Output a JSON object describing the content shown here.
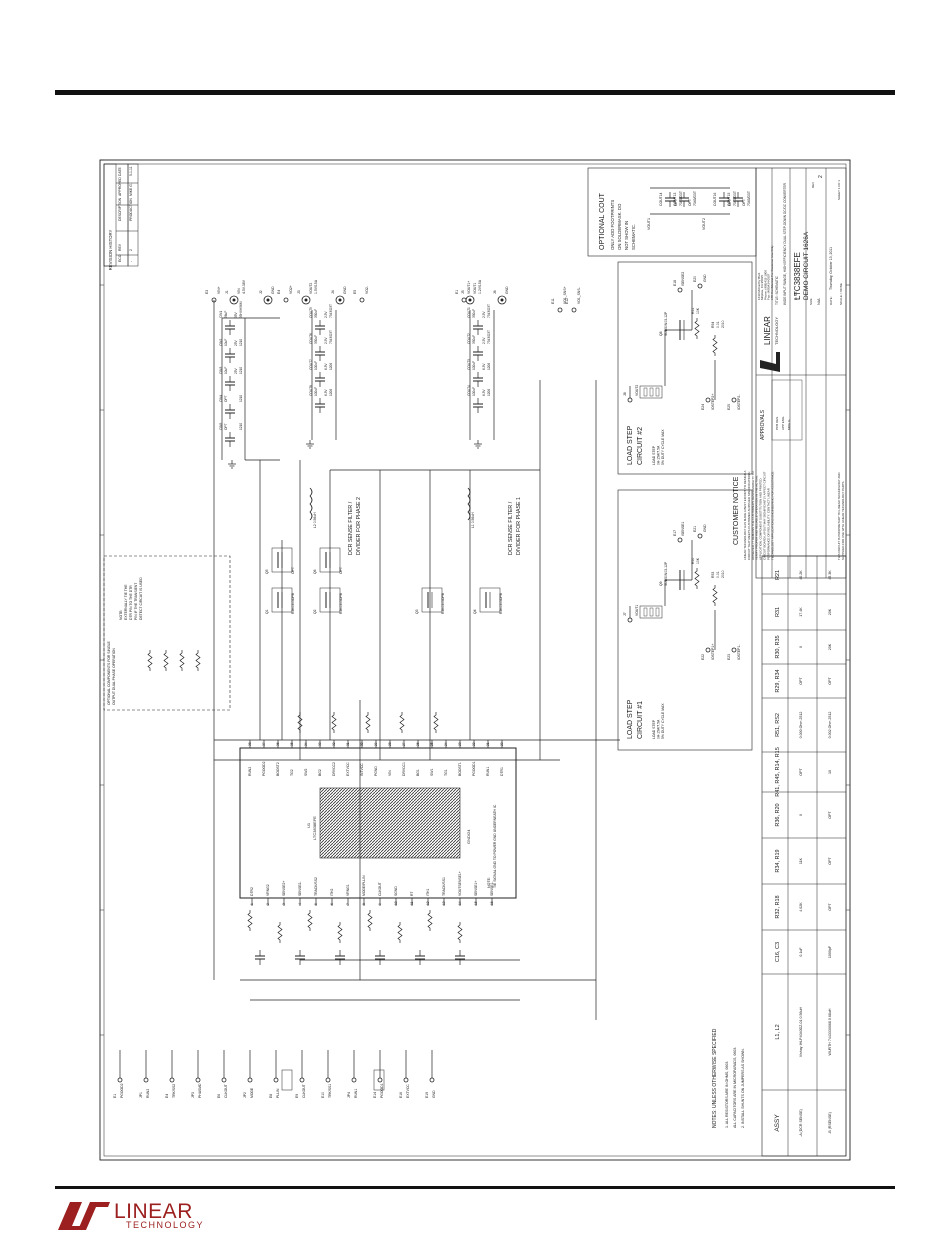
{
  "page": {
    "brand_word": "LINEAR",
    "brand_sub": "TECHNOLOGY"
  },
  "revision": {
    "title": "REVISION HISTORY",
    "headers": [
      "ECO",
      "REV",
      "DESCRIPTION",
      "APPROVED",
      "DATE"
    ],
    "row": [
      "-",
      "2",
      "PRODUCTION",
      "MIKE G.",
      "5-1-11"
    ]
  },
  "optional_cout": {
    "title": "OPTIONAL COUT",
    "lines": [
      "ONLY ADD FOOTPRINTS",
      "ON SOLDERMASK. DO",
      "NOT SHOW IN",
      "SCHEMATIC."
    ],
    "caps": [
      {
        "ref": "COUT14",
        "val": "OPT",
        "pkg": "7343/D3T"
      },
      {
        "ref": "COUT13",
        "val": "OPT",
        "pkg": "7343/D3T"
      },
      {
        "ref": "COUT16",
        "val": "OPT",
        "pkg": "7343/D3T"
      },
      {
        "ref": "COUT15",
        "val": "OPT",
        "pkg": "7343/D3T"
      }
    ],
    "net": "VOUT1",
    "net2": "VOUT2"
  },
  "title_block": {
    "company_name": "LINEAR",
    "company_sub": "TECHNOLOGY",
    "address": [
      "1630 McCarthy Blvd.",
      "Milpitas, CA 95035",
      "Phone: (408)432-1900",
      "Fax: (408)434-0507",
      "LTC Confidential-For Customer Use Only"
    ],
    "title_label": "TITLE: SCHEMATIC",
    "title": "WIDE INPUT RANGE, HIGH EFFICIENCY DUAL STEP-DOWN DC/DC CONVERTER",
    "ic_no": "LTC3838EFE",
    "demo": "DEMO CIRCUIT 1626A",
    "size_label": "SIZE",
    "size": "N/A",
    "ic_label": "IC NO.",
    "rev_label": "REV",
    "rev": "2",
    "date_label": "DATE:",
    "date": "Thursday, October 13, 2011",
    "sheet": "SHEET 1 OF 1",
    "scale": "SCALE = NONE",
    "approvals": "APPROVALS",
    "app_rows": [
      "PCB DES.",
      "APP ENG.",
      "MIKE G."
    ]
  },
  "customer_notice": {
    "title": "CUSTOMER NOTICE",
    "lines": [
      "LINEAR TECHNOLOGY HAS MADE A BEST EFFORT TO DESIGN A",
      "CIRCUIT THAT MEETS CUSTOMER-SUPPLIED SPECIFICATIONS;",
      "HOWEVER, IT REMAINS THE CUSTOMER'S RESPONSIBILITY TO",
      "VERIFY PROPER AND RELIABLE OPERATION IN THE ACTUAL",
      "APPLICATION. COMPONENT SUBSTITUTION AND PRINTED",
      "CIRCUIT BOARD LAYOUT MAY SIGNIFICANTLY AFFECT CIRCUIT",
      "PERFORMANCE OR RELIABILITY. CONTACT LINEAR",
      "TECHNOLOGY APPLICATIONS ENGINEERING FOR ASSISTANCE."
    ],
    "footer": [
      "THIS CIRCUIT IS PROPRIETARY TO LINEAR TECHNOLOGY AND",
      "SUPPLIED FOR USE WITH LINEAR TECHNOLOGY PARTS."
    ]
  },
  "load_step": [
    {
      "title1": "LOAD STEP",
      "title2": "CIRCUIT #2",
      "note": [
        "LOAD STEP",
        "0A-15A/7.5A",
        "5% DUTY CYCLE MAX"
      ],
      "jumper": "J8",
      "net": "VOUT2",
      "mosfet": "Q8",
      "mos_part": "SUD50N03-12P",
      "r_a": "R51",
      "r_a_val": "10K",
      "r_b": "R54",
      "r_b_val": "0.01",
      "r_b_pkg": "2010",
      "e_a": "E24",
      "e_b": "E25",
      "e_a_lbl": "IOSTEP2+",
      "e_b_lbl": "IOSTEP2-",
      "e_c": "E18",
      "e_c_lbl": "ISENSE2",
      "e_d": "E20",
      "gnd": "GND"
    },
    {
      "title1": "LOAD STEP",
      "title2": "CIRCUIT #1",
      "note": [
        "LOAD STEP",
        "0A-15A/7.5A",
        "5% DUTY CYCLE MAX"
      ],
      "jumper": "J7",
      "net": "VOUT1",
      "mosfet": "Q9",
      "mos_part": "SUD50N03-12P",
      "r_a": "R50",
      "r_a_val": "10K",
      "r_b": "R53",
      "r_b_val": "0.01",
      "r_b_pkg": "2010",
      "e_a": "E22",
      "e_b": "E23",
      "e_a_lbl": "IOSTEP1+",
      "e_b_lbl": "IOSTEP1-",
      "e_c": "E17",
      "e_c_lbl": "ISENSE1",
      "e_d": "E21",
      "gnd": "GND"
    }
  ],
  "ic": {
    "ref": "U1",
    "part": "LTC3838EFE",
    "bottom_label": "GND/24",
    "note_title": "NOTE:",
    "note": "TIE SIGNAL GND TO POWER GND UNDERNEATH IC",
    "left_pins": [
      {
        "n": "1",
        "name": "DTR2"
      },
      {
        "n": "2",
        "name": "VRNG2"
      },
      {
        "n": "3",
        "name": "SENSE2+"
      },
      {
        "n": "4",
        "name": "SENSE2-"
      },
      {
        "n": "5",
        "name": "TRACK/SS2"
      },
      {
        "n": "6",
        "name": "ITH2"
      },
      {
        "n": "7",
        "name": "VRNG1"
      },
      {
        "n": "8",
        "name": "MODE/PLLIN"
      },
      {
        "n": "9",
        "name": "CLKOUT"
      },
      {
        "n": "10",
        "name": "SGND"
      },
      {
        "n": "11",
        "name": "RT"
      },
      {
        "n": "12",
        "name": "ITH1"
      },
      {
        "n": "13",
        "name": "TRACK/SS1"
      },
      {
        "n": "14",
        "name": "VOUTSENSE1+"
      },
      {
        "n": "15",
        "name": "SENSE1+"
      },
      {
        "n": "16",
        "name": "SENSE1-"
      }
    ],
    "right_pins": [
      {
        "n": "38",
        "name": "RUN2"
      },
      {
        "n": "37",
        "name": "PGOOD2"
      },
      {
        "n": "36",
        "name": "BOOST2"
      },
      {
        "n": "35",
        "name": "TG2"
      },
      {
        "n": "34",
        "name": "SW2"
      },
      {
        "n": "33",
        "name": "BG2"
      },
      {
        "n": "32",
        "name": "DRVCC2"
      },
      {
        "n": "31",
        "name": "EXTVCC"
      },
      {
        "n": "30",
        "name": "INTVCC"
      },
      {
        "n": "29",
        "name": "PGND"
      },
      {
        "n": "28",
        "name": "VIN"
      },
      {
        "n": "27",
        "name": "DRVCC1"
      },
      {
        "n": "26",
        "name": "BG1"
      },
      {
        "n": "25",
        "name": "SW1"
      },
      {
        "n": "24",
        "name": "TG1"
      },
      {
        "n": "23",
        "name": "BOOST1"
      },
      {
        "n": "22",
        "name": "PGOOD1"
      },
      {
        "n": "21",
        "name": "RUN1"
      },
      {
        "n": "20",
        "name": "DTR1"
      }
    ]
  },
  "phase_labels": {
    "p2": [
      "DCR SENSE FILTER /",
      "DIVIDER FOR PHASE 2"
    ],
    "p1": [
      "DCR SENSE FILTER /",
      "DIVIDER FOR PHASE 1"
    ]
  },
  "mosfets": [
    {
      "ref": "Q1",
      "part": "RJK0305DPB"
    },
    {
      "ref": "Q2",
      "part": "RJK0305DPB"
    },
    {
      "ref": "Q3",
      "part": "RJK0305DPB"
    },
    {
      "ref": "Q4",
      "part": "RJK0305DPB"
    },
    {
      "ref": "Q5",
      "part": "OPT"
    },
    {
      "ref": "Q6",
      "part": "OPT"
    }
  ],
  "inductors": [
    {
      "ref": "L2",
      "val": "0.56uH"
    },
    {
      "ref": "L1",
      "val": "0.56uH"
    }
  ],
  "output_caps": [
    {
      "ref": "COUT5",
      "v": "330uF",
      "r": "2.5V",
      "pkg": "7343/D3T"
    },
    {
      "ref": "COUT6",
      "v": "330uF",
      "r": "2.5V",
      "pkg": "7343/D3T"
    },
    {
      "ref": "COUT7",
      "v": "100uF",
      "r": "6.3V",
      "pkg": "1206"
    },
    {
      "ref": "COUT8",
      "v": "100uF",
      "r": "6.3V",
      "pkg": "1206"
    },
    {
      "ref": "COUT1",
      "v": "330uF",
      "r": "2.5V",
      "pkg": "7343/D3T"
    },
    {
      "ref": "COUT2",
      "v": "330uF",
      "r": "2.5V",
      "pkg": "7343/D3T"
    },
    {
      "ref": "COUT3",
      "v": "100uF",
      "r": "6.3V",
      "pkg": "1206"
    },
    {
      "ref": "COUT4",
      "v": "100uF",
      "r": "6.3V",
      "pkg": "1206"
    }
  ],
  "input_caps": [
    {
      "ref": "CIN1",
      "v": "56uF",
      "r": "35V",
      "pkg": "35HVH56M"
    },
    {
      "ref": "CIN2",
      "v": "10uF",
      "r": "25V",
      "pkg": "1210"
    },
    {
      "ref": "CIN3",
      "v": "10uF",
      "r": "25V",
      "pkg": "1210"
    },
    {
      "ref": "CIN4",
      "v": "OPT",
      "r": "",
      "pkg": "1210"
    },
    {
      "ref": "CIN5",
      "v": "OPT",
      "r": "",
      "pkg": "1210"
    }
  ],
  "terminals": [
    {
      "ref": "E3",
      "lbl": "VIN+"
    },
    {
      "ref": "J1",
      "lbl": "VIN",
      "sub": "4.5V-38V"
    },
    {
      "ref": "J2",
      "lbl": "GND"
    },
    {
      "ref": "E4",
      "lbl": "VO2+"
    },
    {
      "ref": "J3",
      "lbl": "VOUT2",
      "sub": "1.5V/15A"
    },
    {
      "ref": "J4",
      "lbl": "GND"
    },
    {
      "ref": "E5",
      "lbl": "VO2-"
    },
    {
      "ref": "E1",
      "lbl": "VOUT1+"
    },
    {
      "ref": "J5",
      "lbl": "VOUT1",
      "sub": "1.2V/15A"
    },
    {
      "ref": "J6",
      "lbl": "GND"
    },
    {
      "ref": "E11",
      "lbl": "VO1_SNS+"
    },
    {
      "ref": "E12",
      "lbl": "VO1_SNS-"
    }
  ],
  "left_terms": [
    {
      "ref": "E1",
      "lbl": "PGOOD2"
    },
    {
      "ref": "JP1",
      "lbl": "RUN2"
    },
    {
      "ref": "E4",
      "lbl": "TRK/SS2"
    },
    {
      "ref": "JP3",
      "lbl": "PHASMD"
    },
    {
      "ref": "E6",
      "lbl": "CLKOUT"
    },
    {
      "ref": "JP2",
      "lbl": "MODE"
    },
    {
      "ref": "E8",
      "lbl": "PLLIN"
    },
    {
      "ref": "E9",
      "lbl": "CLKOUT"
    },
    {
      "ref": "E10",
      "lbl": "TRK/SS1"
    },
    {
      "ref": "JP4",
      "lbl": "RUN1"
    },
    {
      "ref": "E14",
      "lbl": "PGOOD1"
    },
    {
      "ref": "E16",
      "lbl": "EXTVCC"
    },
    {
      "ref": "E19",
      "lbl": "GND"
    }
  ],
  "opt_comp_note": [
    "OPTIONAL COMPONENTS FOR SINGLE",
    "OUTPUT DUAL PHASE OPERATION"
  ],
  "opt_note": [
    "NOTE:",
    "EXTERNALLY TIE THE",
    "DTR PIN TO THE DTR",
    "PIN IF THE TRANSIENT",
    "DETECT CIRCUIT IS USED"
  ],
  "notes": {
    "title": "NOTES: UNLESS OTHERWISE SPECIFIED",
    "lines": [
      "1. ALL RESISTORS ARE IN OHMS, 0603.",
      "ALL CAPACITORS ARE IN MICROFARADS, 0603.",
      "2. INSTALL SHUNTS ON JUMPERS AS SHOWN."
    ]
  },
  "assy": {
    "headers": [
      "ASSY",
      "L1, L2",
      "C16, C3",
      "R32, R18",
      "R34, R19",
      "R36, R20",
      "R41, R45, R14, R15",
      "R51, RS2",
      "R29, R34",
      "R30, R35",
      "R31",
      "R21"
    ],
    "rows": [
      [
        "-A (DCR SENSE)",
        "Vishay IHLP4040DZ-01 0.56uH",
        "0.1uF",
        "4.02K",
        "11K",
        "0",
        "OPT",
        "0.000 Ohm 2512",
        "OPT",
        "0",
        "17.4K",
        "40.2K"
      ],
      [
        "-B (RSENSE)",
        "WURTH 7443330068 0.68uH",
        "1000pF",
        "OPT",
        "OPT",
        "OPT",
        "10",
        "0.002 Ohm 2512",
        "OPT",
        "20K",
        "20K",
        "45.3K"
      ]
    ]
  }
}
